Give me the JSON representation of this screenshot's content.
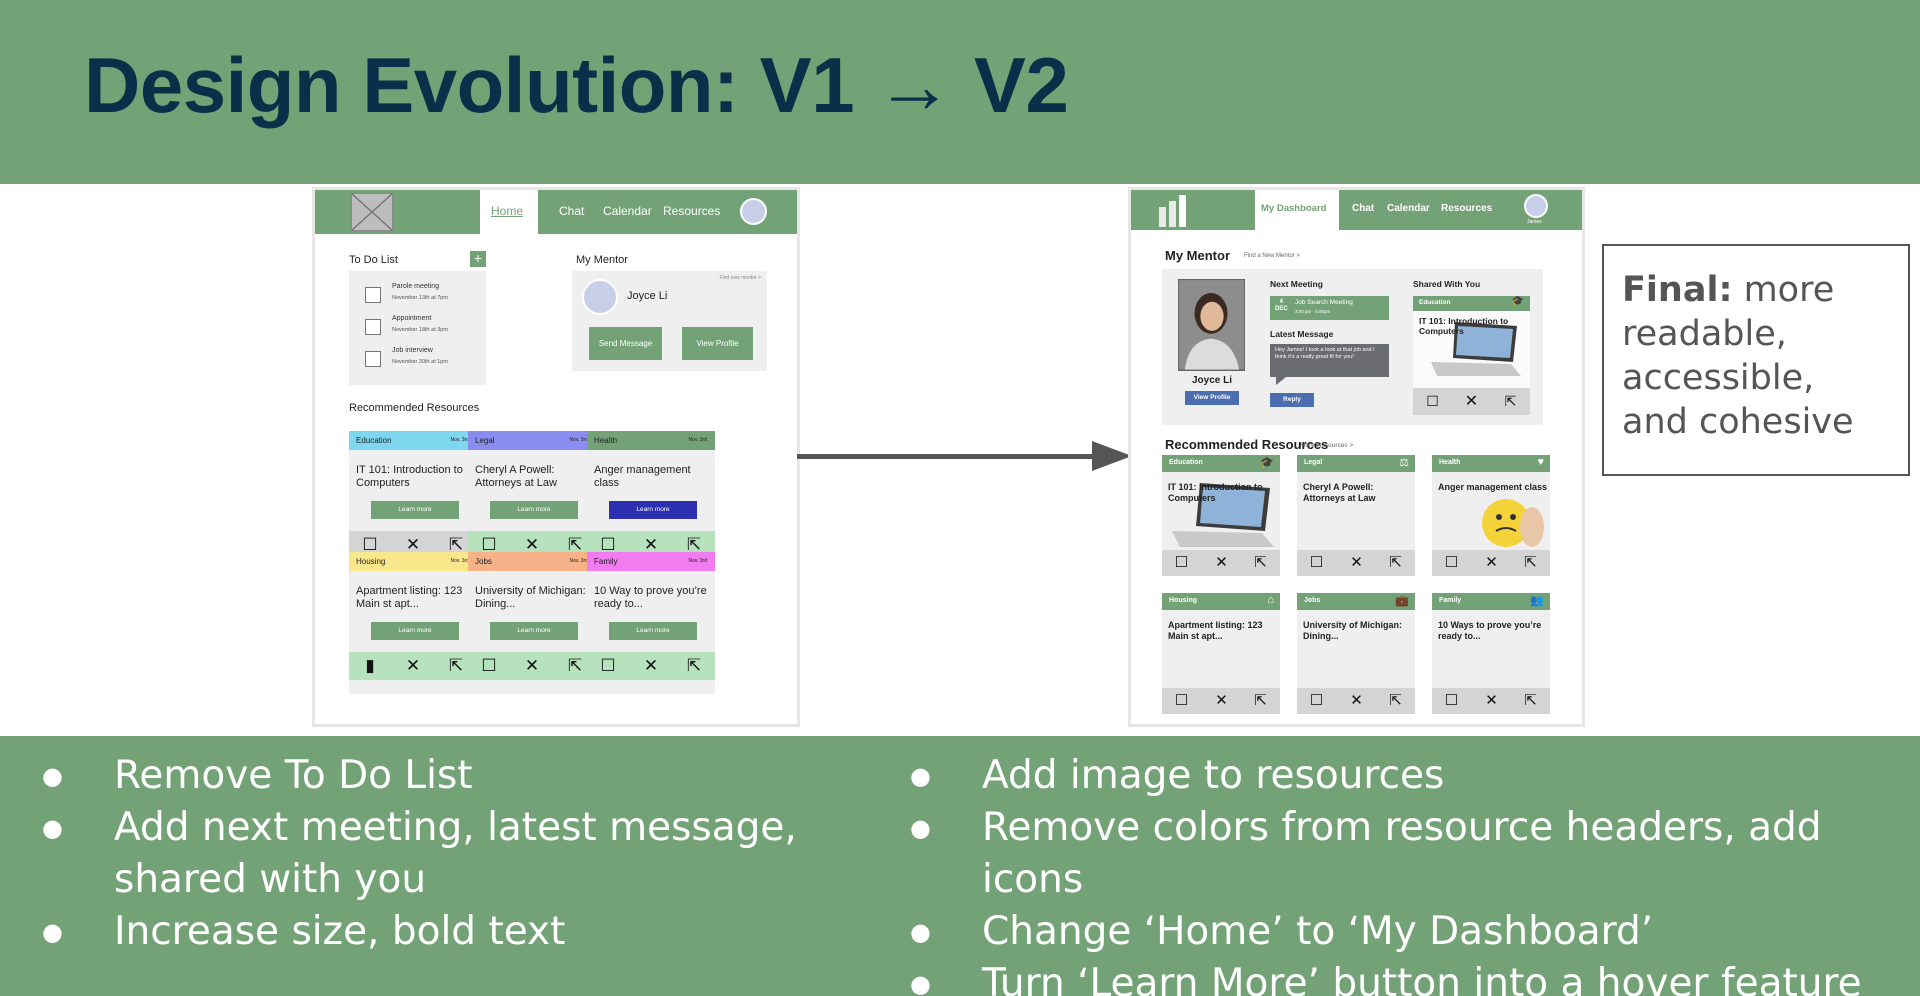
{
  "slide": {
    "title": "Design Evolution: V1 → V2",
    "bullets_left": [
      "Remove To Do List",
      "Add next meeting, latest message, shared with you",
      "Increase size, bold text"
    ],
    "bullets_right": [
      "Add image to resources",
      "Remove colors from resource headers, add icons",
      "Change ‘Home’ to ‘My Dashboard’",
      "Turn ‘Learn More’ button into a hover feature"
    ],
    "final": {
      "label": "Final:",
      "text": " more readable, accessible, and cohesive"
    }
  },
  "v1": {
    "nav": [
      "Home",
      "Chat",
      "Calendar",
      "Resources"
    ],
    "todo": {
      "title": "To Do List",
      "add": "+",
      "items": [
        {
          "name": "Parole meeting",
          "date": "November 13th at 7pm"
        },
        {
          "name": "Appointment",
          "date": "November 18th at 3pm"
        },
        {
          "name": "Job interview",
          "date": "November 30th at 1pm"
        }
      ]
    },
    "mentor": {
      "title": "My Mentor",
      "find": "Find new mentor >",
      "name": "Joyce Li",
      "send": "Send Message",
      "profile": "View Profile"
    },
    "rec_title": "Recommended Resources",
    "cards": [
      {
        "cat": "Education",
        "date": "Nov. 3rd",
        "text": "IT 101: Introduction to Computers",
        "btn": "Learn more",
        "color": "#7fd6ef"
      },
      {
        "cat": "Legal",
        "date": "Nov. 3rd",
        "text": "Cheryl A Powell: Attorneys at Law",
        "btn": "Learn more",
        "color": "#8a8df0"
      },
      {
        "cat": "Health",
        "date": "Nov. 3rd",
        "text": "Anger management class",
        "btn": "Learn more",
        "color": "#74a277"
      },
      {
        "cat": "Housing",
        "date": "Nov. 3rd",
        "text": "Apartment listing: 123 Main st apt...",
        "btn": "Learn more",
        "color": "#f9e88b"
      },
      {
        "cat": "Jobs",
        "date": "Nov. 3rd",
        "text": "University of Michigan: Dining...",
        "btn": "Learn more",
        "color": "#f7b387"
      },
      {
        "cat": "Family",
        "date": "Nov. 3rd",
        "text": "10 Way to prove you’re ready to...",
        "btn": "Learn more",
        "color": "#f07cf0"
      }
    ]
  },
  "v2": {
    "nav": [
      "My Dashboard",
      "Chat",
      "Calendar",
      "Resources"
    ],
    "user": "James",
    "mentor": {
      "title": "My Mentor",
      "find": "Find a New Mentor >",
      "name": "Joyce Li",
      "profile": "View Profile",
      "next_meeting_label": "Next Meeting",
      "meeting_day": "4",
      "meeting_month": "DEC",
      "meeting_name": "Job Search Meeting",
      "meeting_time": "3:00 pm - 5:00pm",
      "latest_label": "Latest Message",
      "message": "Hey James! I took a look at that job and I think it’s a really great fit for you!",
      "reply": "Reply",
      "shared_label": "Shared With You",
      "shared_cat": "Education",
      "shared_text": "IT 101: Introduction to Computers"
    },
    "rec_title": "Recommended Resources",
    "rec_more": "More Resources >",
    "cards": [
      {
        "cat": "Education",
        "text": "IT 101: Introduction to Computers",
        "icon": "graduation-cap-icon",
        "glyph": "🎓"
      },
      {
        "cat": "Legal",
        "text": "Cheryl A Powell: Attorneys at Law",
        "icon": "scales-icon",
        "glyph": "⚖"
      },
      {
        "cat": "Health",
        "text": "Anger management class",
        "icon": "heart-icon",
        "glyph": "♥"
      },
      {
        "cat": "Housing",
        "text": "Apartment listing: 123 Main st apt...",
        "icon": "house-icon",
        "glyph": "⌂"
      },
      {
        "cat": "Jobs",
        "text": "University of Michigan: Dining...",
        "icon": "briefcase-icon",
        "glyph": "💼"
      },
      {
        "cat": "Family",
        "text": "10 Ways to prove you’re ready to...",
        "icon": "people-icon",
        "glyph": "👥"
      }
    ],
    "actions": {
      "bookmark": "🔖",
      "close": "✕",
      "share": "⇱"
    }
  }
}
